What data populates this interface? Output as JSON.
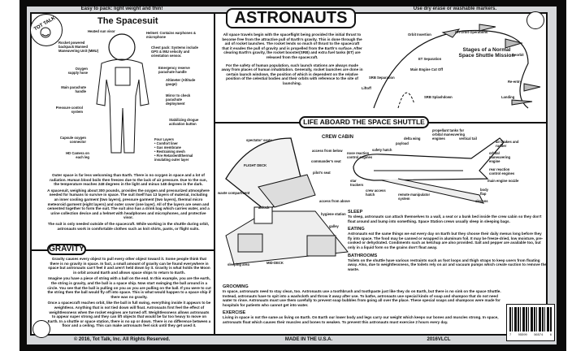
{
  "top_left_note": "Easy to pack: light weight and thin!",
  "top_right_note": "Use dry erase or washable markers.",
  "logo_text": "TOT TALK",
  "bottom_copyright": "© 2016, Tot Talk, Inc. All Rights Reserved.",
  "bottom_made": "MADE IN THE U.S.A.",
  "bottom_code": "2016VLCL",
  "barcode_digits": [
    "7",
    "95599",
    "56574",
    "6"
  ],
  "title": "ASTRONAUTS",
  "spacesuit": {
    "title": "The Spacesuit",
    "labels": [
      "Heated sun visor",
      "Rocket powered backpack Manned Maneuvering Unit (MMU)",
      "Oxygen supply hose",
      "Main parachute handle",
      "Pressure control system",
      "Capsule oxygen connector",
      "HD Camera on each leg",
      "Helmet: Contains earphones & microphone",
      "Chest pack: Systems include GPS & IMU velocity and orientation sensor.",
      "Emergency reserve parachute handle",
      "Altimeter (Altitude gauge)",
      "Mirror to check parachute deployment",
      "Stabilizing drogue activation button",
      "Four Layers",
      "• Comfort liner",
      "• Gas membrane",
      "• Restraining mesh",
      "• Fire Retardent/thermal insulating outer layer"
    ],
    "paragraphs": [
      "Outer space is far less welcoming than Earth. There is no oxygen in space and a lot of radiation. Human blood boils then freezes due to the lack of air pressure. Due to the sun, the temperature reaches 248 degrees in the light and minus 148 degrees in the dark.",
      "A spacesuit, weighing about 300 pounds, provides the oxygen and pressurized atmosphere needed for humans to survive in space. The suit itself has 13 layers of material, including an inner cooling garment (two layers), pressure garment (two layers), thermal micro meteoroid garment (eight layers) and outer cover (one layer). All of the layers are sewn and cemented together to form the suit. The suit also has a drink bag which carries water, and a urine collection device and a helmet with headphones and microphones, and protective visor.",
      "The suit is only needed outside of the spacecraft. While working in the shuttle during orbit, astronauts work in comfortable clothes such as knit shirts, pants, or flight suits."
    ]
  },
  "gravity": {
    "title": "GRAVITY",
    "paragraphs": [
      "Gravity causes every object to pull every other object toward it. Some people think that there is no gravity in space. In fact, a small amount of gravity can be found everywhere in space but astronauts can't feel it and aren't held down by it. Gravity is what holds the Moon in orbit around Earth and allows space ships to return to Earth.",
      "Imagine you have a piece of string with a ball on the end. In this example, you are the earth, the string is gravity, and the ball is a space ship. Now start swinging the ball around in a circle. You see that the ball is pulling on you as you are pulling on the ball. If you were to cut the string then the ball would fly off into space. This is what would happen to a space ship if there was no gravity.",
      "Once a spacecraft reaches orbit, like the ball in full swing, everything inside it appears to be weightless. Anything that is not tied down will float. Astronauts first feel the effect of weightlessness when the rocket engines are turned off. Weightlessness allows astronauts to appear super strong and they can lift objects that would be far too heavy to move on Earth. In a shuttle or space station, there is no up or down. There is no difference between a floor and a ceiling. This can make astronauts feel sick until they get used it."
    ]
  },
  "intro": [
    "All space travels begin with the spaceflight being provided the initial thrust to become free from the attractive pull of Earth's gravity. This is done through the aid of rocket launches. The rocket lends so much of thrust to the spacecraft that it evades the pull of gravity and is propelled from the Earth's surface. After clearing Earth's gravity, the rocket booster(SRB) and extra fuel tanks (ET) are released from the spacecraft.",
    "For the safety of human population, such launch stations are always made away from places of human inhabitation. Generally, rocket launches are done in certain launch windows, the position of which is dependent on the relative position of the celestial bodies and their orbits with reference to the site of launching."
  ],
  "mission": {
    "title": "Stages of a Normal Space Shuttle Mission",
    "stages": [
      "Liftoff",
      "SRB Separation",
      "ET Separation",
      "Main Engine Cut Off",
      "SRB Splashdown",
      "Orbit Insertion",
      "On Orbit Operations",
      "Deorbit",
      "Re-entry",
      "Landing"
    ]
  },
  "life": {
    "title": "LIFE ABOARD THE SPACE SHUTTLE",
    "crew_cabin": "CREW CABIN",
    "cabin_labels": [
      "spectator' seats",
      "FLIGHT DECK",
      "access from below",
      "commander's seat",
      "pilot's seat",
      "waste compartment",
      "airlock",
      "access from above",
      "hygiene station",
      "galley",
      "sleeping area",
      "MID-DECK"
    ],
    "shuttle_labels": [
      "nose reaction control engines",
      "safety hatch",
      "delta wing",
      "payload",
      "propellant tanks for orbital maneuvering engines",
      "vertical tail",
      "air brakes and rudder",
      "orbital maneuvering engine",
      "rear reaction control engines",
      "main engine nozzle",
      "body flap",
      "elevons",
      "star trackers",
      "crew access hatch",
      "remote manipulator system"
    ],
    "sections": [
      {
        "title": "SLEEP",
        "text": "To sleep, astronauts can attach themselves to a wall, a seat or a bunk bed inside the crew cabin so they don't float around and bump into something. Space Station crews usually sleep in sleeping bags."
      },
      {
        "title": "EATING",
        "text": "Astronauts eat the same things we eat every day on Earth but they choose their daily menus long before they fly into space. The food may be canned or wrapped in aluminum foil. It may be freeze-dried, low moisture, pre-cooked or dehydrated. Condiments such as ketchup are also provided. Salt and pepper are available too, but only in a liquid form so the grains don't float away."
      },
      {
        "title": "BATHROOMS",
        "text": "Toilets on the shuttle have various restraints such as foot loops and thigh straps to keep users from floating away. Also, due to weightlessness, the toilets rely on air and vacuum pumps which create suction to remove the waste."
      },
      {
        "title": "GROOMING",
        "text": "In space, astronauts need to stay clean, too. Astronauts use a toothbrush and toothpaste just like they do on Earth, but there is no sink on the space Shuttle. Instead, astronauts have to spit into a washcloth and throw it away after use. To bathe, astronauts use special kinds of soap and shampoo that do not need water to rinse. Astronauts must use them carefully to prevent soap bubbles from going all over the place. These special soaps and shampoos were made for hospitals for patients who cannot get into water."
      },
      {
        "title": "EXERCISE",
        "text": "Living in space is not the same as living on Earth. On Earth our lower body and legs carry our weight which keeps our bones and muscles strong. In space, astronauts float which causes their muscles and bones to weaken. To prevent this astronauts must exercise 2 hours every day."
      }
    ]
  }
}
